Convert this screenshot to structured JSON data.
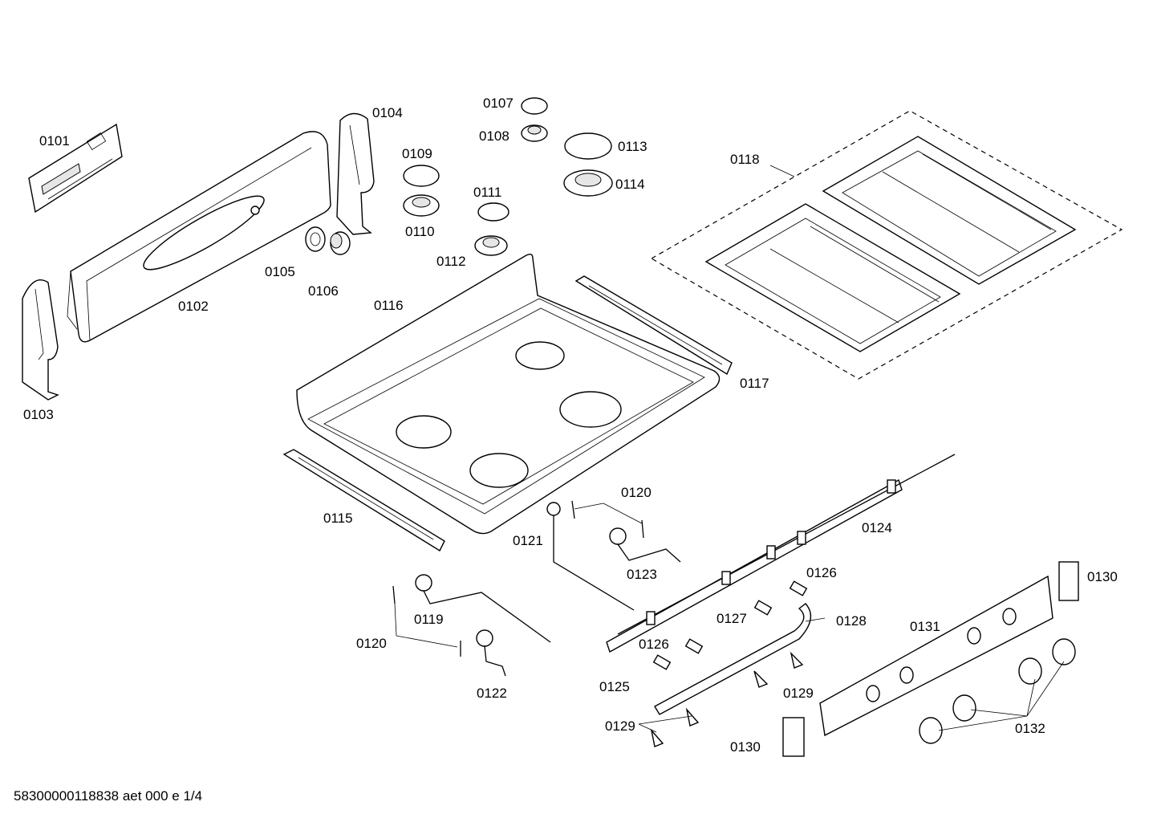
{
  "labels": {
    "p0101": "0101",
    "p0102": "0102",
    "p0103": "0103",
    "p0104": "0104",
    "p0105": "0105",
    "p0106": "0106",
    "p0107": "0107",
    "p0108": "0108",
    "p0109": "0109",
    "p0110": "0110",
    "p0111": "0111",
    "p0112": "0112",
    "p0113": "0113",
    "p0114": "0114",
    "p0115": "0115",
    "p0116": "0116",
    "p0117": "0117",
    "p0118": "0118",
    "p0119": "0119",
    "p0120": "0120",
    "p0121": "0121",
    "p0122": "0122",
    "p0123": "0123",
    "p0124": "0124",
    "p0125": "0125",
    "p0126": "0126",
    "p0127": "0127",
    "p0128": "0128",
    "p0129": "0129",
    "p0130": "0130",
    "p0131": "0131",
    "p0132": "0132"
  },
  "footer": "58300000118838 aet 000 e 1/4"
}
